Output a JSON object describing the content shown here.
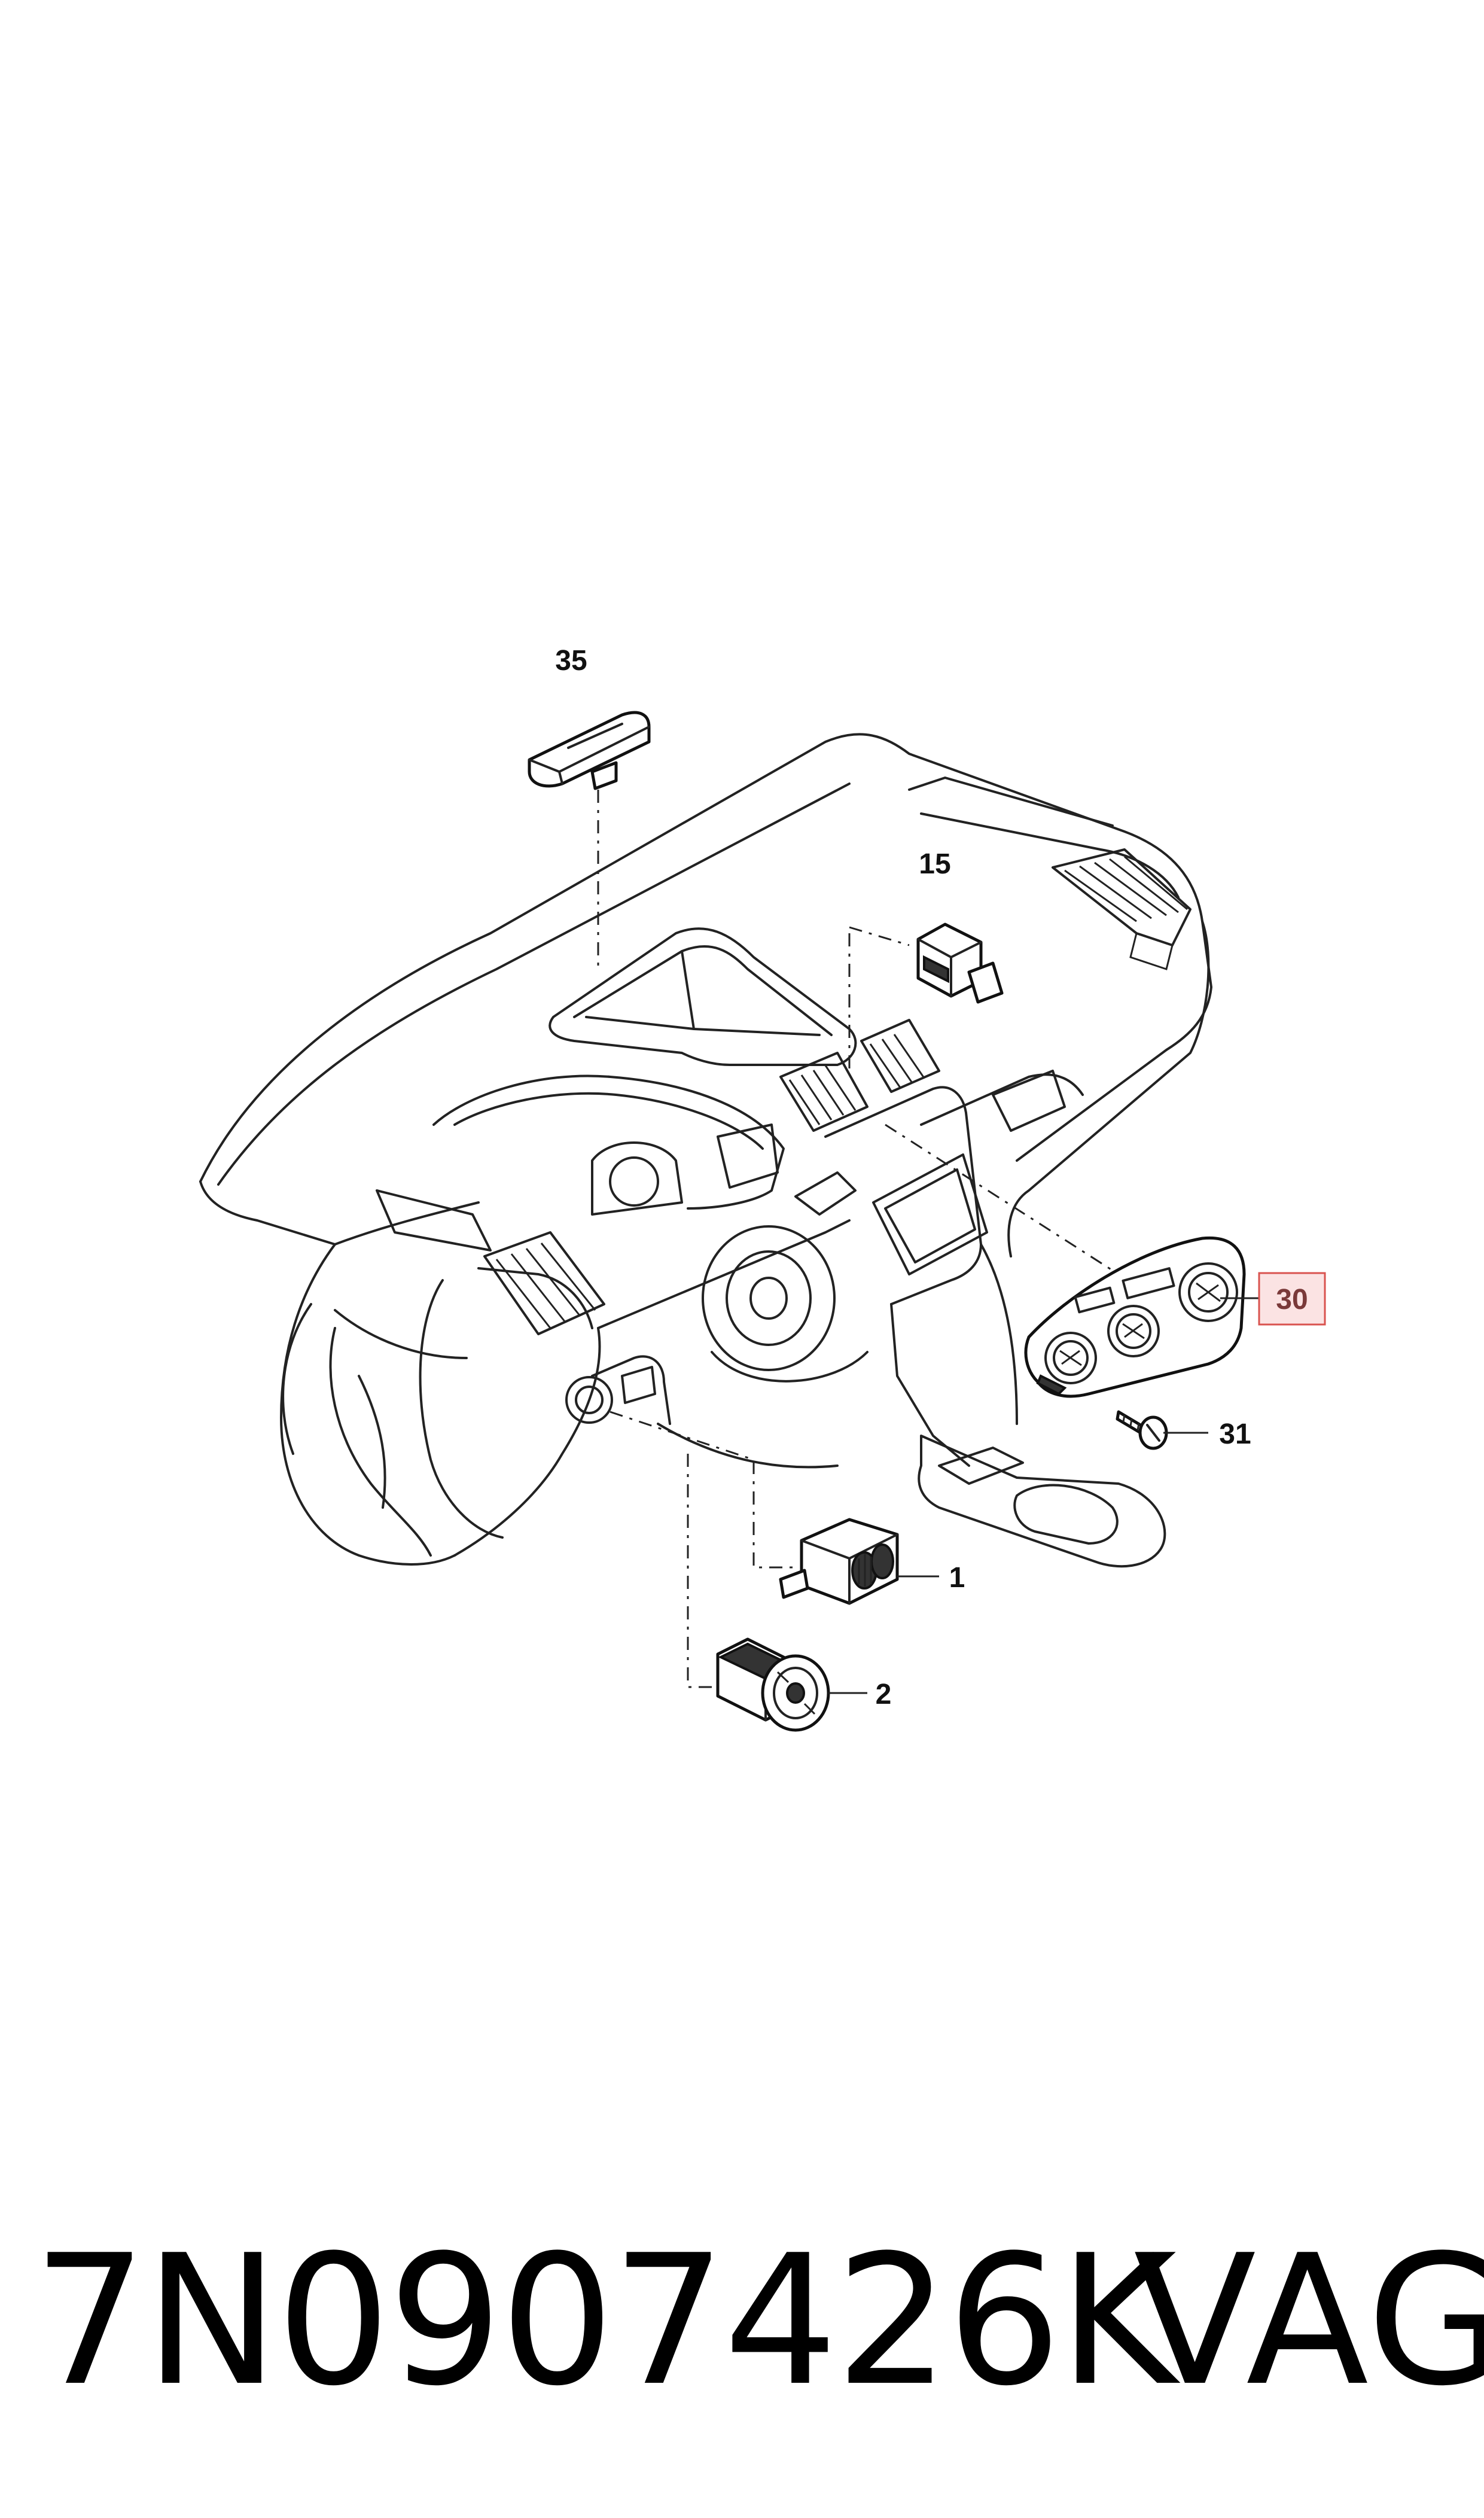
{
  "diagram": {
    "callouts": {
      "c35": "35",
      "c15": "15",
      "c30": "30",
      "c31": "31",
      "c1": "1",
      "c2": "2"
    },
    "highlight_color": "#fbe3e3",
    "highlight_border": "#d9534f"
  },
  "footer": {
    "part_number": "7N0907426K",
    "brand": "VAG"
  }
}
